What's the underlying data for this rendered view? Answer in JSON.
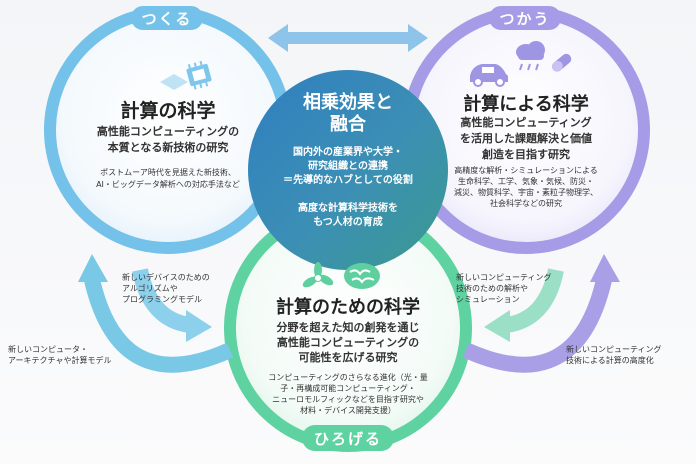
{
  "colors": {
    "tsukuru": "#6fbfe8",
    "tsukau": "#a49be6",
    "hirogeru": "#5dd1a0",
    "center": "#3a8ec0"
  },
  "tsukuru": {
    "label": "つくる",
    "title": "計算の科学",
    "subtitle": "高性能コンピューティングの\n本質となる新技術の研究",
    "detail": "ポストムーア時代を見据えた新技術、\nAI・ビッグデータ解析への対応手法など"
  },
  "tsukau": {
    "label": "つかう",
    "title": "計算による科学",
    "subtitle": "高性能コンピューティング\nを活用した課題解決と価値\n創造を目指す研究",
    "detail": "高精度な解析・シミュレーションによる\n生命科学、工学、気象・気候、防災・\n減災、物質科学、宇宙・素粒子物理学、\n社会科学などの研究"
  },
  "hirogeru": {
    "label": "ひろげる",
    "title": "計算のための科学",
    "subtitle": "分野を超えた知の創発を通じ\n高性能コンピューティングの\n可能性を広げる研究",
    "detail": "コンピューティングのさらなる進化（光・量\n子・再構成可能コンピューティング・\nニューロモルフィックなどを目指す研究や\n材料・デバイス開発支援）"
  },
  "center": {
    "title": "相乗効果と\n融合",
    "text1": "国内外の産業界や大学・\n研究組織との連携\n＝先導的なハブとしての役割",
    "text2": "高度な計算科学技術を\nもつ人材の育成"
  },
  "side_labels": {
    "left_inner": "新しいデバイスのための\nアルゴリズムや\nプログラミングモデル",
    "left_outer": "新しいコンピュータ・\nアーキテクチャや計算モデル",
    "right_inner": "新しいコンピューティング\n技術のための解析や\nシミュレーション",
    "right_outer": "新しいコンピューティング\n技術による計算の高度化"
  },
  "icons": [
    "cpu-chip-icon",
    "car-icon",
    "cloud-rain-icon",
    "capsule-icon",
    "molecule-icon",
    "brain-icon"
  ]
}
